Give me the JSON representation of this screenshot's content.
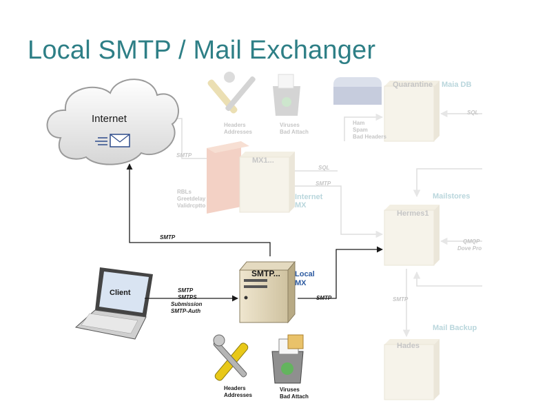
{
  "title": "Local SMTP / Mail Exchanger",
  "nodes": {
    "internet": "Internet",
    "client": "Client",
    "smtp_server": "SMTP...",
    "mx1": "MX1...",
    "quarantine": "Quarantine",
    "hermes": "Hermes1",
    "hades": "Hades"
  },
  "labels": {
    "local_mx": [
      "Local",
      "MX"
    ],
    "internet_mx": [
      "Internet",
      "MX"
    ],
    "maia_db": "Maia DB",
    "mailstores": "Mailstores",
    "mail_backup": "Mail Backup",
    "ham_spam": [
      "Ham",
      "Spam",
      "Bad Headers"
    ],
    "rbl": [
      "RBLs",
      "Greetdelay",
      "Validrcptto"
    ],
    "headers_addresses_top": [
      "Headers",
      "Addresses"
    ],
    "viruses_top": [
      "Viruses",
      "Bad Attach"
    ],
    "headers_addresses_bottom": [
      "Headers",
      "Addresses"
    ],
    "viruses_bottom": [
      "Viruses",
      "Bad Attach"
    ],
    "client_protocols": [
      "SMTP",
      "SMTPS",
      "Submission",
      "SMTP-Auth"
    ],
    "qmqp": [
      "QMQP",
      "Dove Pro"
    ]
  },
  "edges": {
    "smtp_to_internet": "SMTP",
    "smtp_to_hermes": "SMTP",
    "smtp_internet_mx1": "SMTP",
    "sql_mx1": "SQL",
    "smtp_mx1_hermes": "SMTP",
    "sql_quarantine": "SQL",
    "smtp_hermes_hades": "SMTP"
  },
  "colors": {
    "title": "#2e7f86",
    "accent_blue": "#2c5aa0",
    "faded_text": "#c5c5c5",
    "faded_teal": "#b9d6dc",
    "line": "#1a1a1a"
  }
}
